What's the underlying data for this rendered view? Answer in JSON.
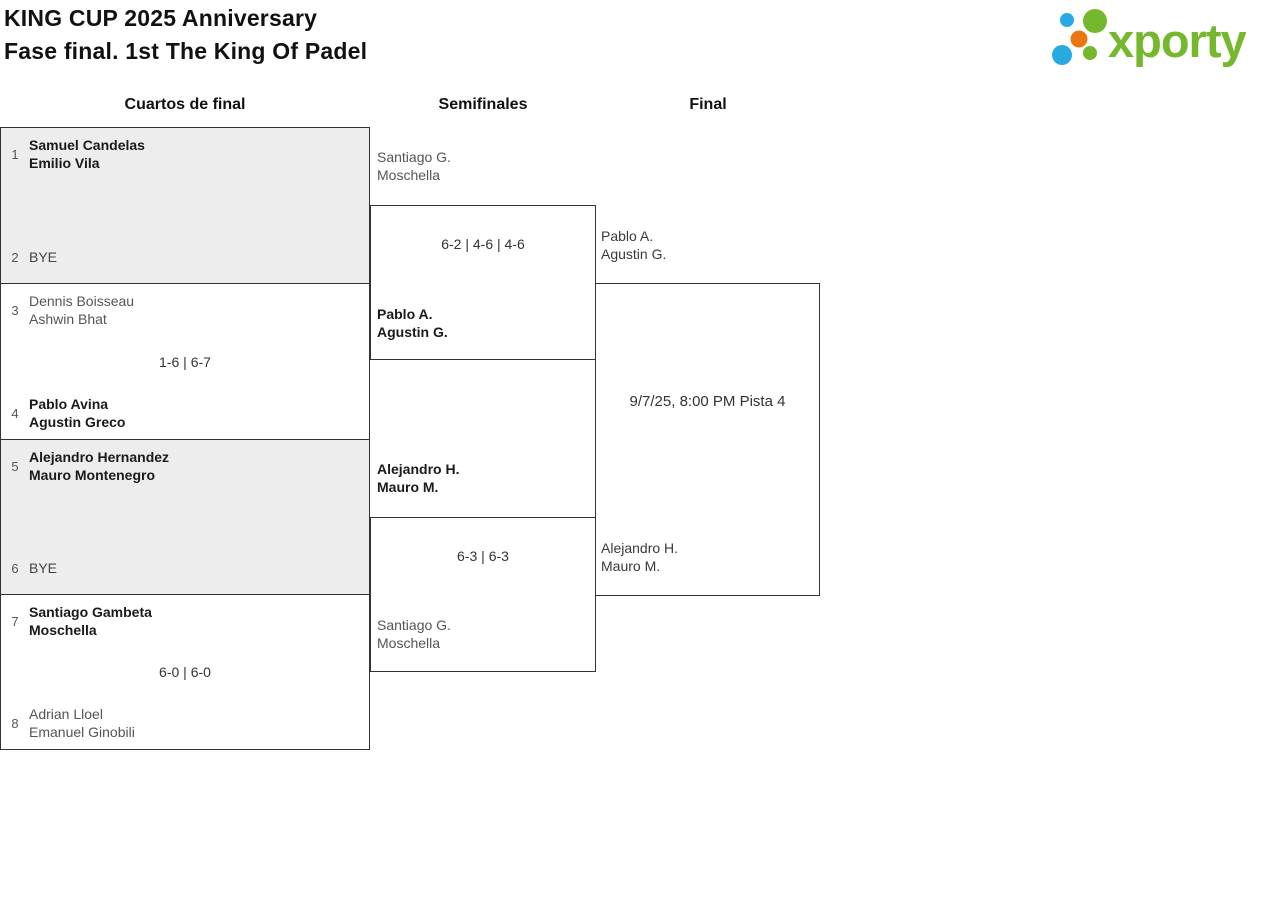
{
  "header": {
    "title_line1": "KING CUP 2025 Anniversary",
    "title_line2": "Fase final. 1st The King Of Padel"
  },
  "logo": {
    "text": "xporty",
    "green": "#76b82d",
    "blue": "#29a9e1",
    "orange": "#e87711"
  },
  "rounds": {
    "quarterfinals_label": "Cuartos de final",
    "semifinals_label": "Semifinales",
    "final_label": "Final"
  },
  "quarterfinals": [
    {
      "top": {
        "seed": "1",
        "line1": "Samuel Candelas",
        "line2": "Emilio Vila",
        "winner": true
      },
      "bottom": {
        "seed": "2",
        "line1": "BYE",
        "line2": "",
        "winner": false,
        "bye": true
      },
      "score": ""
    },
    {
      "top": {
        "seed": "3",
        "line1": "Dennis Boisseau",
        "line2": "Ashwin Bhat",
        "winner": false
      },
      "bottom": {
        "seed": "4",
        "line1": "Pablo Avina",
        "line2": "Agustin Greco",
        "winner": true
      },
      "score": "1-6 | 6-7"
    },
    {
      "top": {
        "seed": "5",
        "line1": "Alejandro Hernandez",
        "line2": "Mauro Montenegro",
        "winner": true
      },
      "bottom": {
        "seed": "6",
        "line1": "BYE",
        "line2": "",
        "winner": false,
        "bye": true
      },
      "score": ""
    },
    {
      "top": {
        "seed": "7",
        "line1": "Santiago Gambeta",
        "line2": "Moschella",
        "winner": true
      },
      "bottom": {
        "seed": "8",
        "line1": "Adrian Lloel",
        "line2": "Emanuel Ginobili",
        "winner": false
      },
      "score": "6-0 | 6-0"
    }
  ],
  "semifinals": [
    {
      "top": {
        "line1": "Santiago G.",
        "line2": "Moschella",
        "winner": false
      },
      "bottom": {
        "line1": "Pablo A.",
        "line2": "Agustin G.",
        "winner": true
      },
      "score": "6-2 | 4-6 | 4-6"
    },
    {
      "top": {
        "line1": "Alejandro H.",
        "line2": "Mauro M.",
        "winner": true
      },
      "bottom": {
        "line1": "Santiago G.",
        "line2": "Moschella",
        "winner": false
      },
      "score": "6-3 | 6-3"
    }
  ],
  "final": {
    "top": {
      "line1": "Pablo A.",
      "line2": "Agustin G."
    },
    "bottom": {
      "line1": "Alejandro H.",
      "line2": "Mauro M."
    },
    "schedule": "9/7/25, 8:00 PM Pista 4"
  }
}
